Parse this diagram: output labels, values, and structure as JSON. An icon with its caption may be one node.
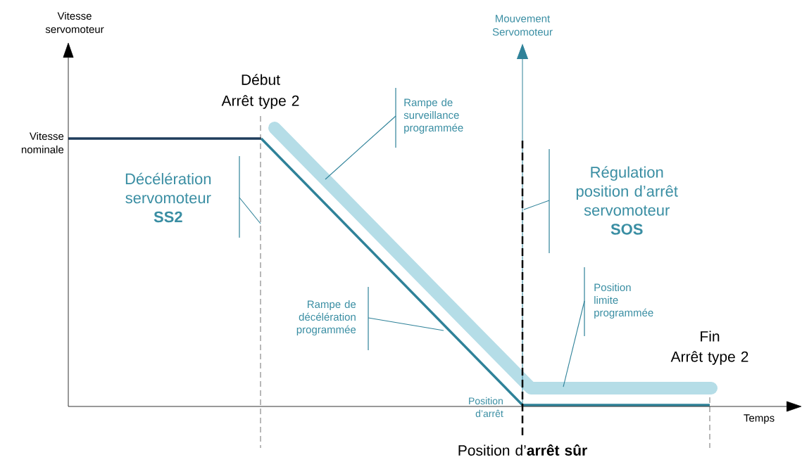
{
  "diagram": {
    "nodes": [
      {
        "text": [
          "Décélération servomoteur **SS2**"
        ]
      },
      {
        "text": [
          "Rampe de surveillance programmée"
        ]
      },
      {
        "text": [
          "Régulation position d’arrêt servomoteur **SOS**"
        ]
      },
      {
        "text": [
          "Rampe de décélération programmée"
        ]
      },
      {
        "text": [
          "Position limite programmée"
        ]
      }
    ],
    "edges": [
      {
        "from": 0,
        "to": null,
        "arrow": "none"
      },
      {
        "from": 1,
        "to": null,
        "arrow": "none"
      },
      {
        "from": 2,
        "to": null,
        "arrow": "none"
      },
      {
        "from": 3,
        "to": null,
        "arrow": "none"
      },
      {
        "from": 4,
        "to": null,
        "arrow": "none"
      }
    ],
    "labels": [
      "Vitesse servomoteur",
      "Vitesse nominale",
      "Début",
      "Arrêt type 2",
      "Mouvement Servomoteur",
      "Position d’arrêt",
      "Fin",
      "Arrêt type 2",
      "Temps",
      "Position d’**arrêt sûr**"
    ]
  }
}
